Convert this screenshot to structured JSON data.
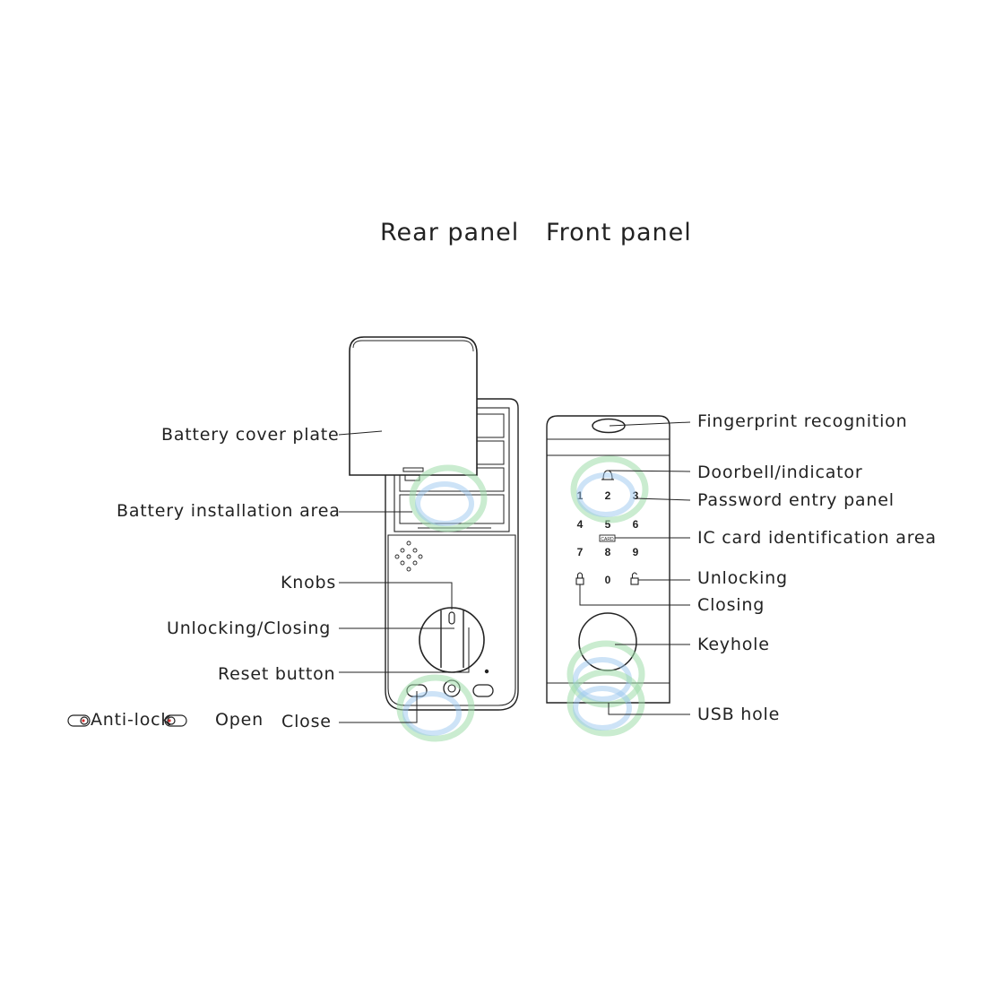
{
  "titles": {
    "rear": "Rear panel",
    "front": "Front panel"
  },
  "rear_labels": {
    "battery_cover": "Battery cover plate",
    "battery_area": "Battery installation area",
    "knobs": "Knobs",
    "unlocking_closing": "Unlocking/Closing",
    "reset": "Reset button",
    "anti_lock": "Anti-lock",
    "open": "Open",
    "close": "Close"
  },
  "front_labels": {
    "fingerprint": "Fingerprint recognition",
    "doorbell": "Doorbell/indicator",
    "password": "Password entry panel",
    "ic_card": "IC card identification area",
    "unlocking": "Unlocking",
    "closing": "Closing",
    "keyhole": "Keyhole",
    "usb": "USB hole"
  },
  "keypad": {
    "keys": [
      "1",
      "2",
      "3",
      "4",
      "5",
      "6",
      "7",
      "8",
      "9",
      "0"
    ],
    "card_label": "CARD"
  },
  "colors": {
    "line": "#222222",
    "watermark_green": "#7fcf8f",
    "watermark_blue": "#7fb8e8",
    "accent_red": "#d33030"
  }
}
